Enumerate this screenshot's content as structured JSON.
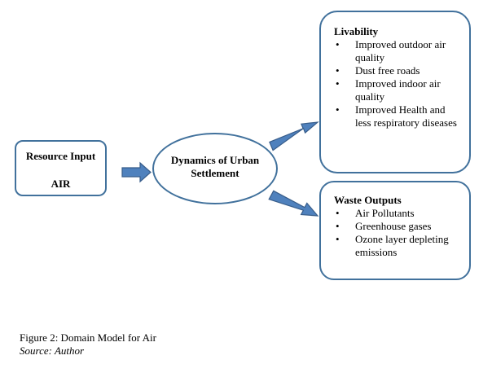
{
  "resource_input": {
    "title": "Resource Input",
    "resource": "AIR"
  },
  "center": {
    "label": "Dynamics of Urban Settlement"
  },
  "livability": {
    "title": "Livability",
    "bullet_glyph": "•",
    "items": [
      "Improved  outdoor air quality",
      "Dust free roads",
      "Improved indoor air quality",
      "Improved Health and less respiratory diseases"
    ]
  },
  "waste_outputs": {
    "title": "Waste Outputs",
    "bullet_glyph": "•",
    "items": [
      "Air Pollutants",
      "Greenhouse gases",
      "Ozone layer depleting emissions"
    ]
  },
  "caption": {
    "figure": "Figure 2: Domain Model for Air",
    "source": "Source: Author"
  },
  "colors": {
    "outline": "#41719c",
    "arrow_fill": "#4f81bd",
    "arrow_stroke": "#385d8a"
  }
}
